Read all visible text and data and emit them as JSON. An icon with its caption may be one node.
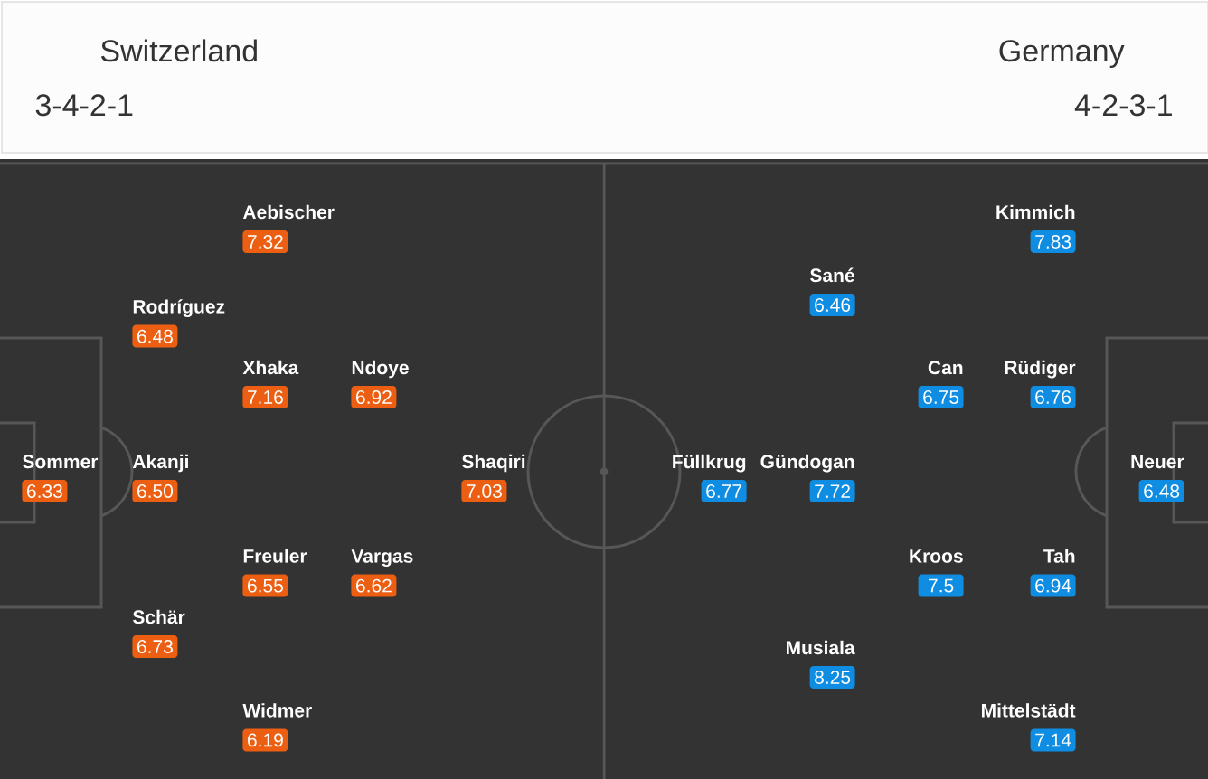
{
  "diagram": {
    "nodes": [
      {
        "text": [
          "Switzerland",
          "3-4-2-1",
          "Germany",
          "4-2-3-1"
        ]
      },
      {
        "text": [
          "Sommer",
          "6.33"
        ]
      },
      {
        "text": [
          "Rodríguez",
          "6.48"
        ]
      },
      {
        "text": [
          "Akanji",
          "6.50"
        ]
      },
      {
        "text": [
          "Schär",
          "6.73"
        ]
      },
      {
        "text": [
          "Aebischer",
          "7.32"
        ]
      },
      {
        "text": [
          "Xhaka",
          "7.16"
        ]
      },
      {
        "text": [
          "Freuler",
          "6.55"
        ]
      },
      {
        "text": [
          "Widmer",
          "6.19"
        ]
      },
      {
        "text": [
          "Ndoye",
          "6.92"
        ]
      },
      {
        "text": [
          "Vargas",
          "6.62"
        ]
      },
      {
        "text": [
          "Shaqiri",
          "7.03"
        ]
      },
      {
        "text": [
          "Füllkrug",
          "6.77"
        ]
      },
      {
        "text": [
          "Sané",
          "6.46"
        ]
      },
      {
        "text": [
          "Gündogan",
          "7.72"
        ]
      },
      {
        "text": [
          "Musiala",
          "8.25"
        ]
      },
      {
        "text": [
          "Can",
          "6.75"
        ]
      },
      {
        "text": [
          "Kroos",
          "7.5"
        ]
      },
      {
        "text": [
          "Kimmich",
          "7.83"
        ]
      },
      {
        "text": [
          "Rüdiger",
          "6.76"
        ]
      },
      {
        "text": [
          "Tah",
          "6.94"
        ]
      },
      {
        "text": [
          "Mittelstädt",
          "7.14"
        ]
      },
      {
        "text": [
          "Neuer",
          "6.48"
        ]
      }
    ]
  }
}
